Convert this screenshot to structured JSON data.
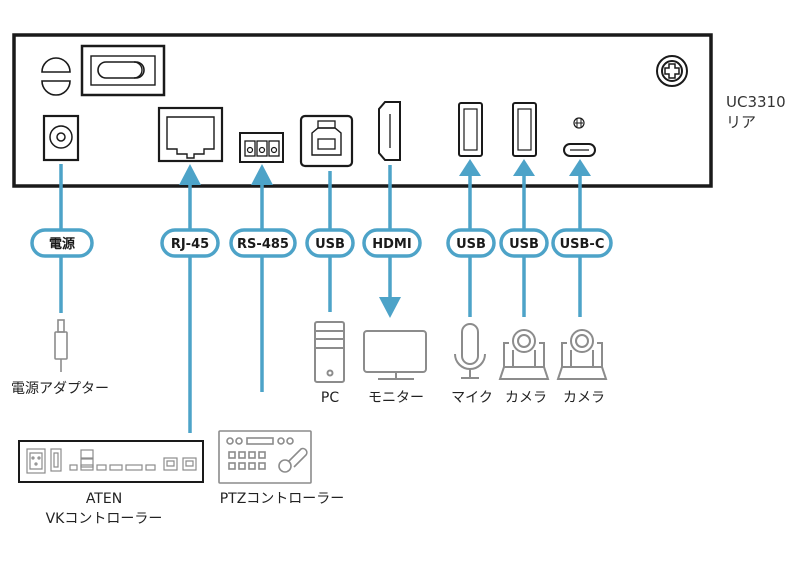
{
  "device": {
    "model": "UC3310",
    "view": "リア"
  },
  "colors": {
    "connector_line": "#4da3c8",
    "outline": "#1a1a1a",
    "device_icon": "#8c8c8c"
  },
  "ports": [
    {
      "id": "power",
      "label": "電源",
      "direction": "none",
      "device": "電源アダプター",
      "device_icon": "power-adapter"
    },
    {
      "id": "rj45",
      "label": "RJ-45",
      "direction": "to-panel",
      "device": "ATEN\nVKコントローラー",
      "device_line1": "ATEN",
      "device_line2": "VKコントローラー",
      "device_icon": "vk-controller"
    },
    {
      "id": "rs485",
      "label": "RS-485",
      "direction": "to-panel",
      "device": "PTZコントローラー",
      "device_icon": "ptz-controller"
    },
    {
      "id": "usb-pc",
      "label": "USB",
      "direction": "none",
      "device": "PC",
      "device_icon": "pc-tower"
    },
    {
      "id": "hdmi",
      "label": "HDMI",
      "direction": "from-panel",
      "device": "モニター",
      "device_icon": "monitor"
    },
    {
      "id": "usb-mic",
      "label": "USB",
      "direction": "to-panel",
      "device": "マイク",
      "device_icon": "microphone"
    },
    {
      "id": "usb-cam",
      "label": "USB",
      "direction": "to-panel",
      "device": "カメラ",
      "device_icon": "ptz-camera"
    },
    {
      "id": "usbc-cam",
      "label": "USB-C",
      "direction": "to-panel",
      "device": "カメラ",
      "device_icon": "ptz-camera"
    }
  ]
}
